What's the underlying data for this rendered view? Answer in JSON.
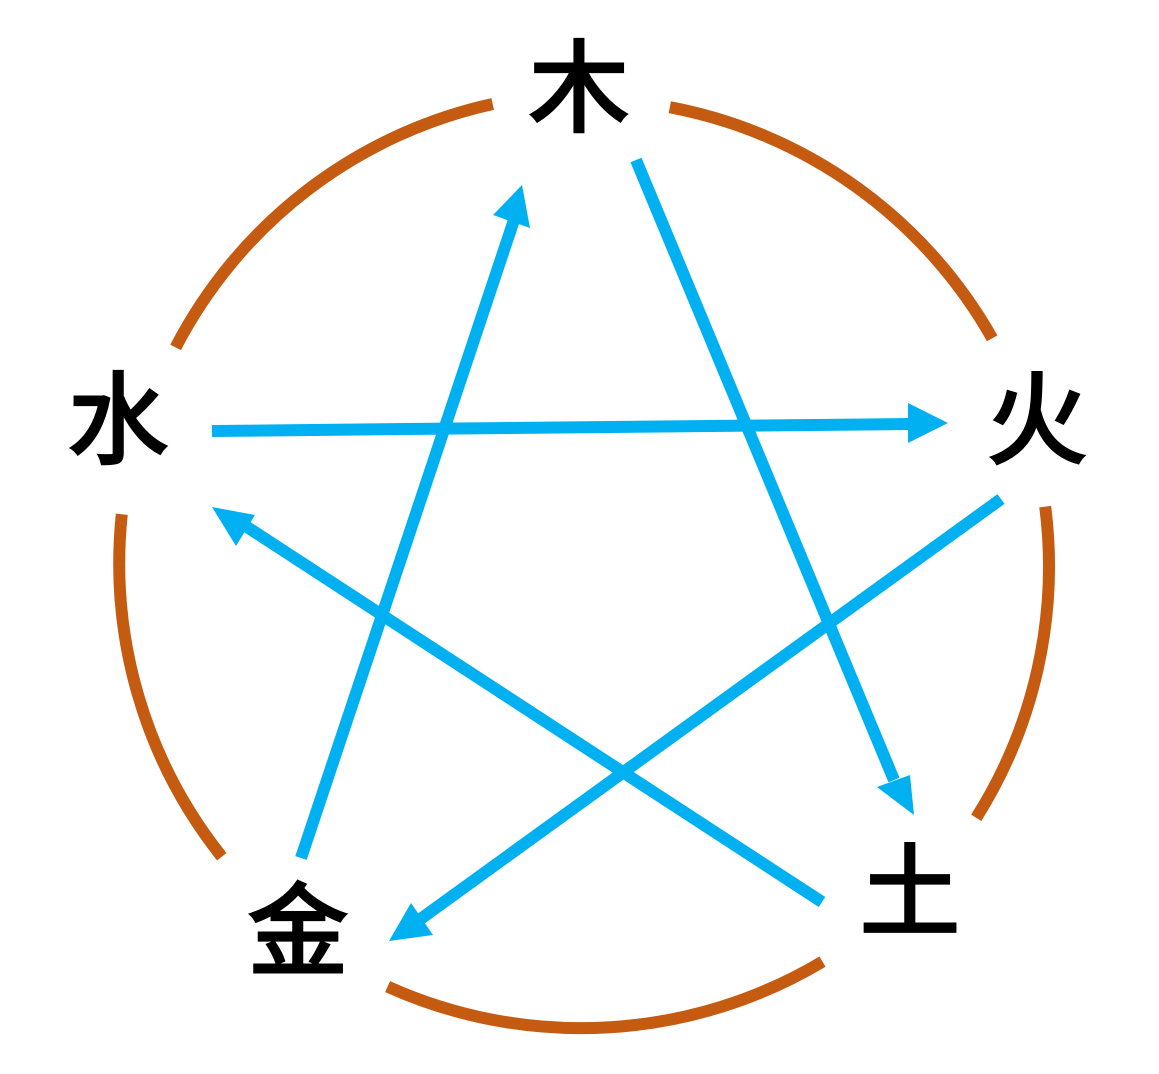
{
  "elements": {
    "wood": "木",
    "fire": "火",
    "earth": "土",
    "metal": "金",
    "water": "水"
  },
  "colors": {
    "generating_cycle": "#c55a11",
    "controlling_cycle": "#00b0f0",
    "label": "#000000",
    "background": "#ffffff"
  },
  "generating_cycle": [
    {
      "from": "wood",
      "to": "fire"
    },
    {
      "from": "fire",
      "to": "earth"
    },
    {
      "from": "earth",
      "to": "metal"
    },
    {
      "from": "metal",
      "to": "water"
    },
    {
      "from": "water",
      "to": "wood"
    }
  ],
  "controlling_cycle": [
    {
      "from": "wood",
      "to": "earth"
    },
    {
      "from": "earth",
      "to": "water"
    },
    {
      "from": "water",
      "to": "fire"
    },
    {
      "from": "fire",
      "to": "metal"
    },
    {
      "from": "metal",
      "to": "wood"
    }
  ]
}
